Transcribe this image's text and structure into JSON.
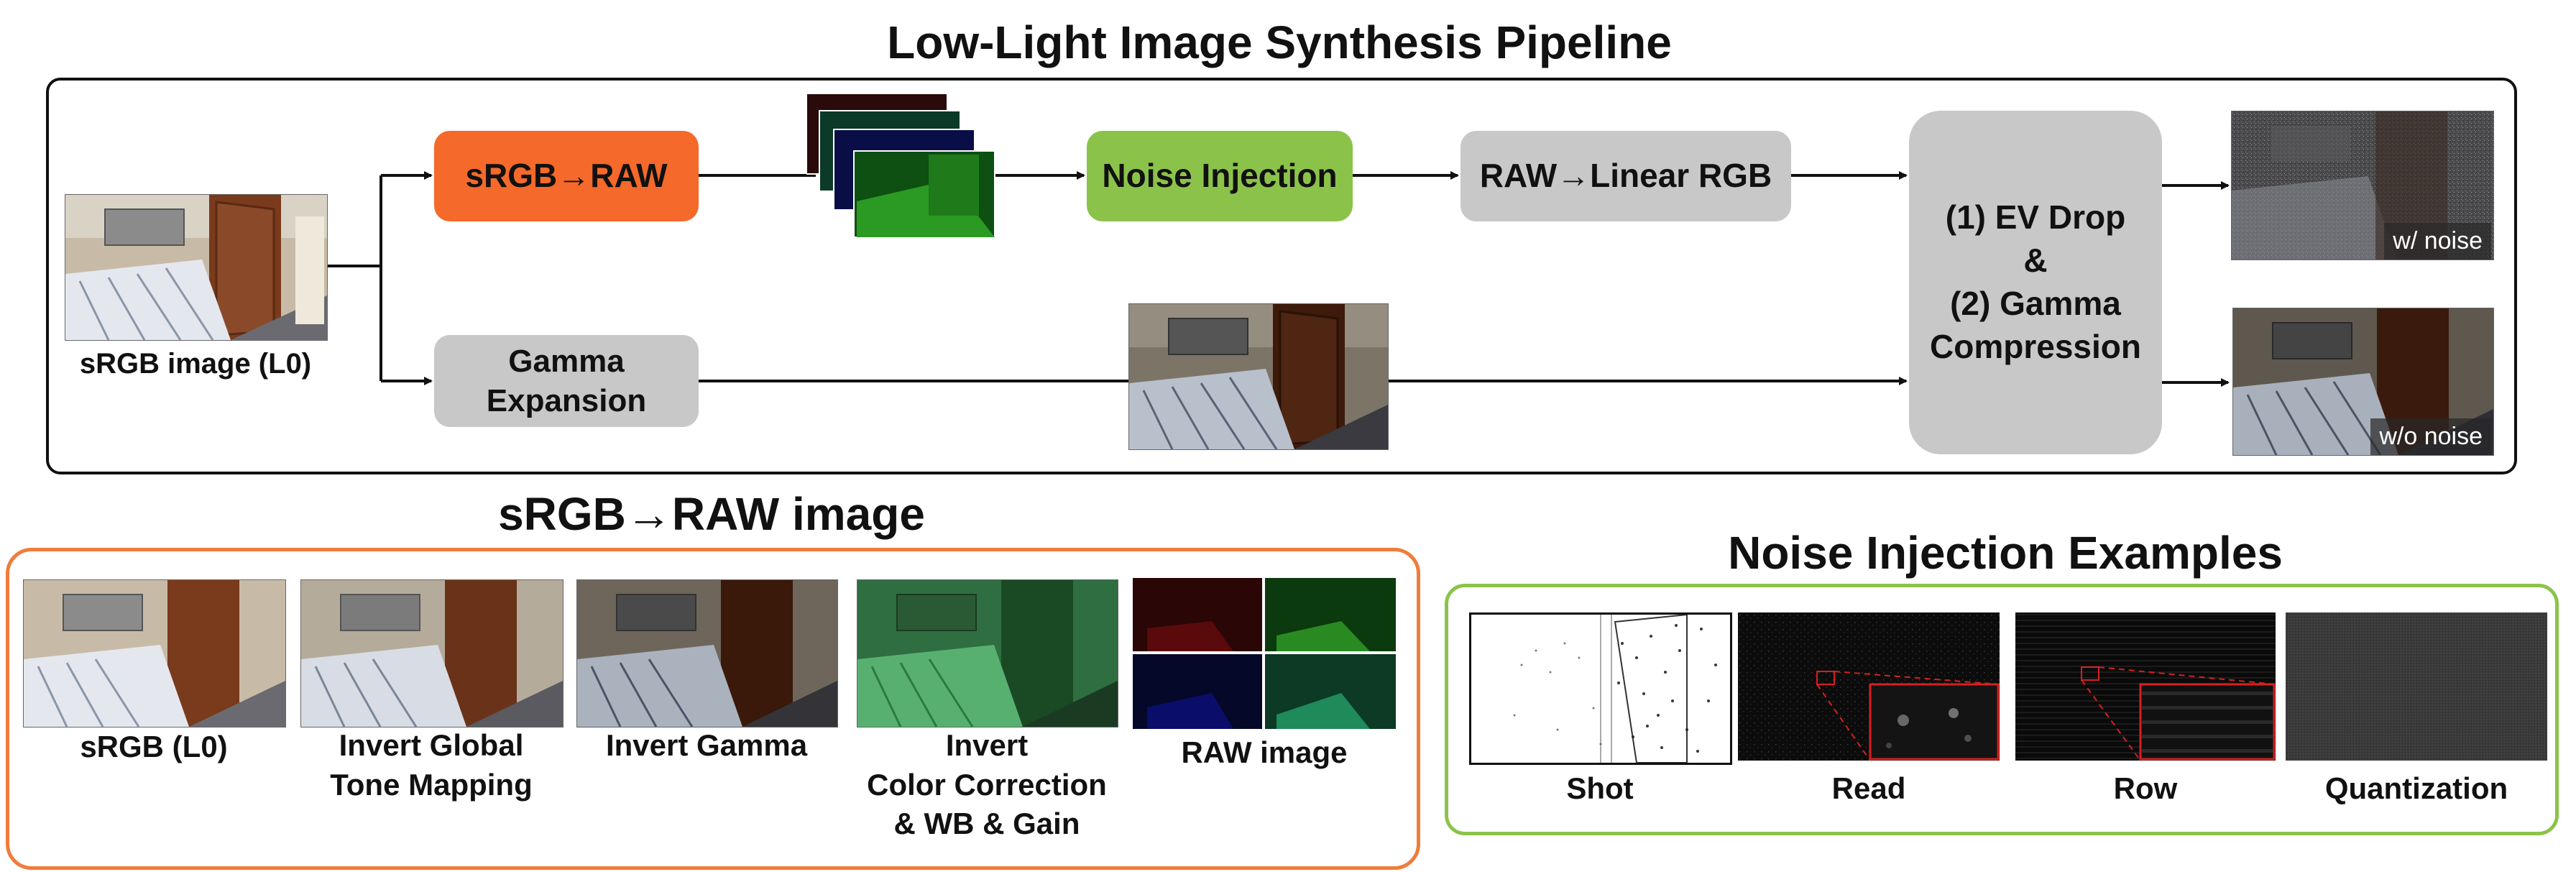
{
  "pipeline": {
    "title": "Low-Light Image Synthesis Pipeline",
    "input_label": "sRGB image (L0)",
    "srgb_to_raw": "sRGB→RAW",
    "gamma_expansion": "Gamma\nExpansion",
    "noise_injection": "Noise Injection",
    "raw_to_linear": "RAW→Linear RGB",
    "ev_gamma": "(1) EV Drop\n&\n(2) Gamma\nCompression",
    "with_noise": "w/ noise",
    "without_noise": "w/o noise"
  },
  "srgb_raw_panel": {
    "title": "sRGB→RAW image",
    "steps": [
      "sRGB (L0)",
      "Invert Global\nTone Mapping",
      "Invert Gamma",
      "Invert\nColor Correction\n& WB & Gain",
      "RAW image"
    ]
  },
  "noise_panel": {
    "title": "Noise Injection Examples",
    "examples": [
      "Shot",
      "Read",
      "Row",
      "Quantization"
    ]
  },
  "colors": {
    "orange": "#f5692a",
    "green": "#8bc34a",
    "gray_box": "#c8c8c8",
    "panel_orange": "#f07c3c",
    "panel_green": "#8bc34a",
    "zoom_red": "#d62020"
  },
  "icons": [
    "bedroom-photo",
    "raw-channel-stack",
    "noise-pattern"
  ]
}
